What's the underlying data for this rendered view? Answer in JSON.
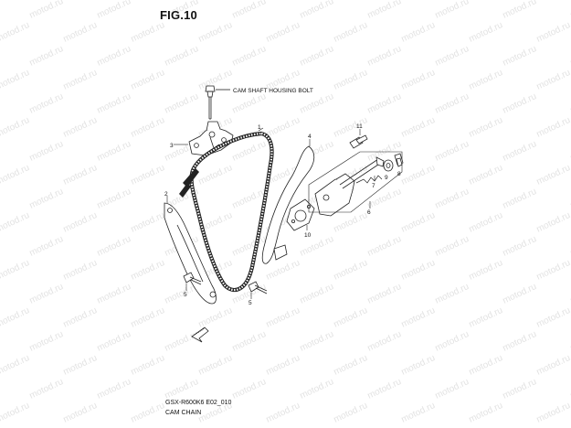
{
  "figure": {
    "title": "FIG.10",
    "drawing_code": "GSX-R600K6 E02_010",
    "drawing_name": "CAM CHAIN"
  },
  "callouts": {
    "housing_bolt_label": "CAM SHAFT HOUSING BOLT"
  },
  "parts": [
    "1",
    "2",
    "3",
    "4",
    "5",
    "5",
    "6",
    "7",
    "8",
    "9",
    "10",
    "11"
  ],
  "watermark": {
    "text": "motod.ru",
    "color": "#e3e3e3"
  }
}
